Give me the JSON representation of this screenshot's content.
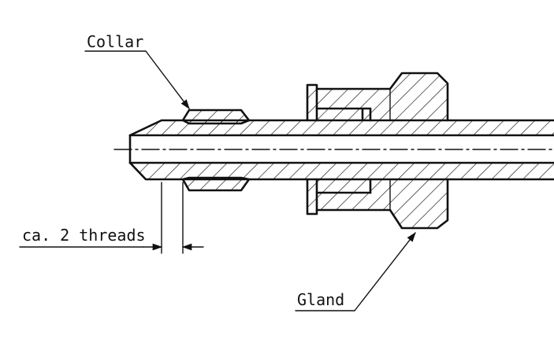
{
  "labels": {
    "collar": "Collar",
    "gland": "Gland",
    "threads": "ca. 2 threads"
  }
}
